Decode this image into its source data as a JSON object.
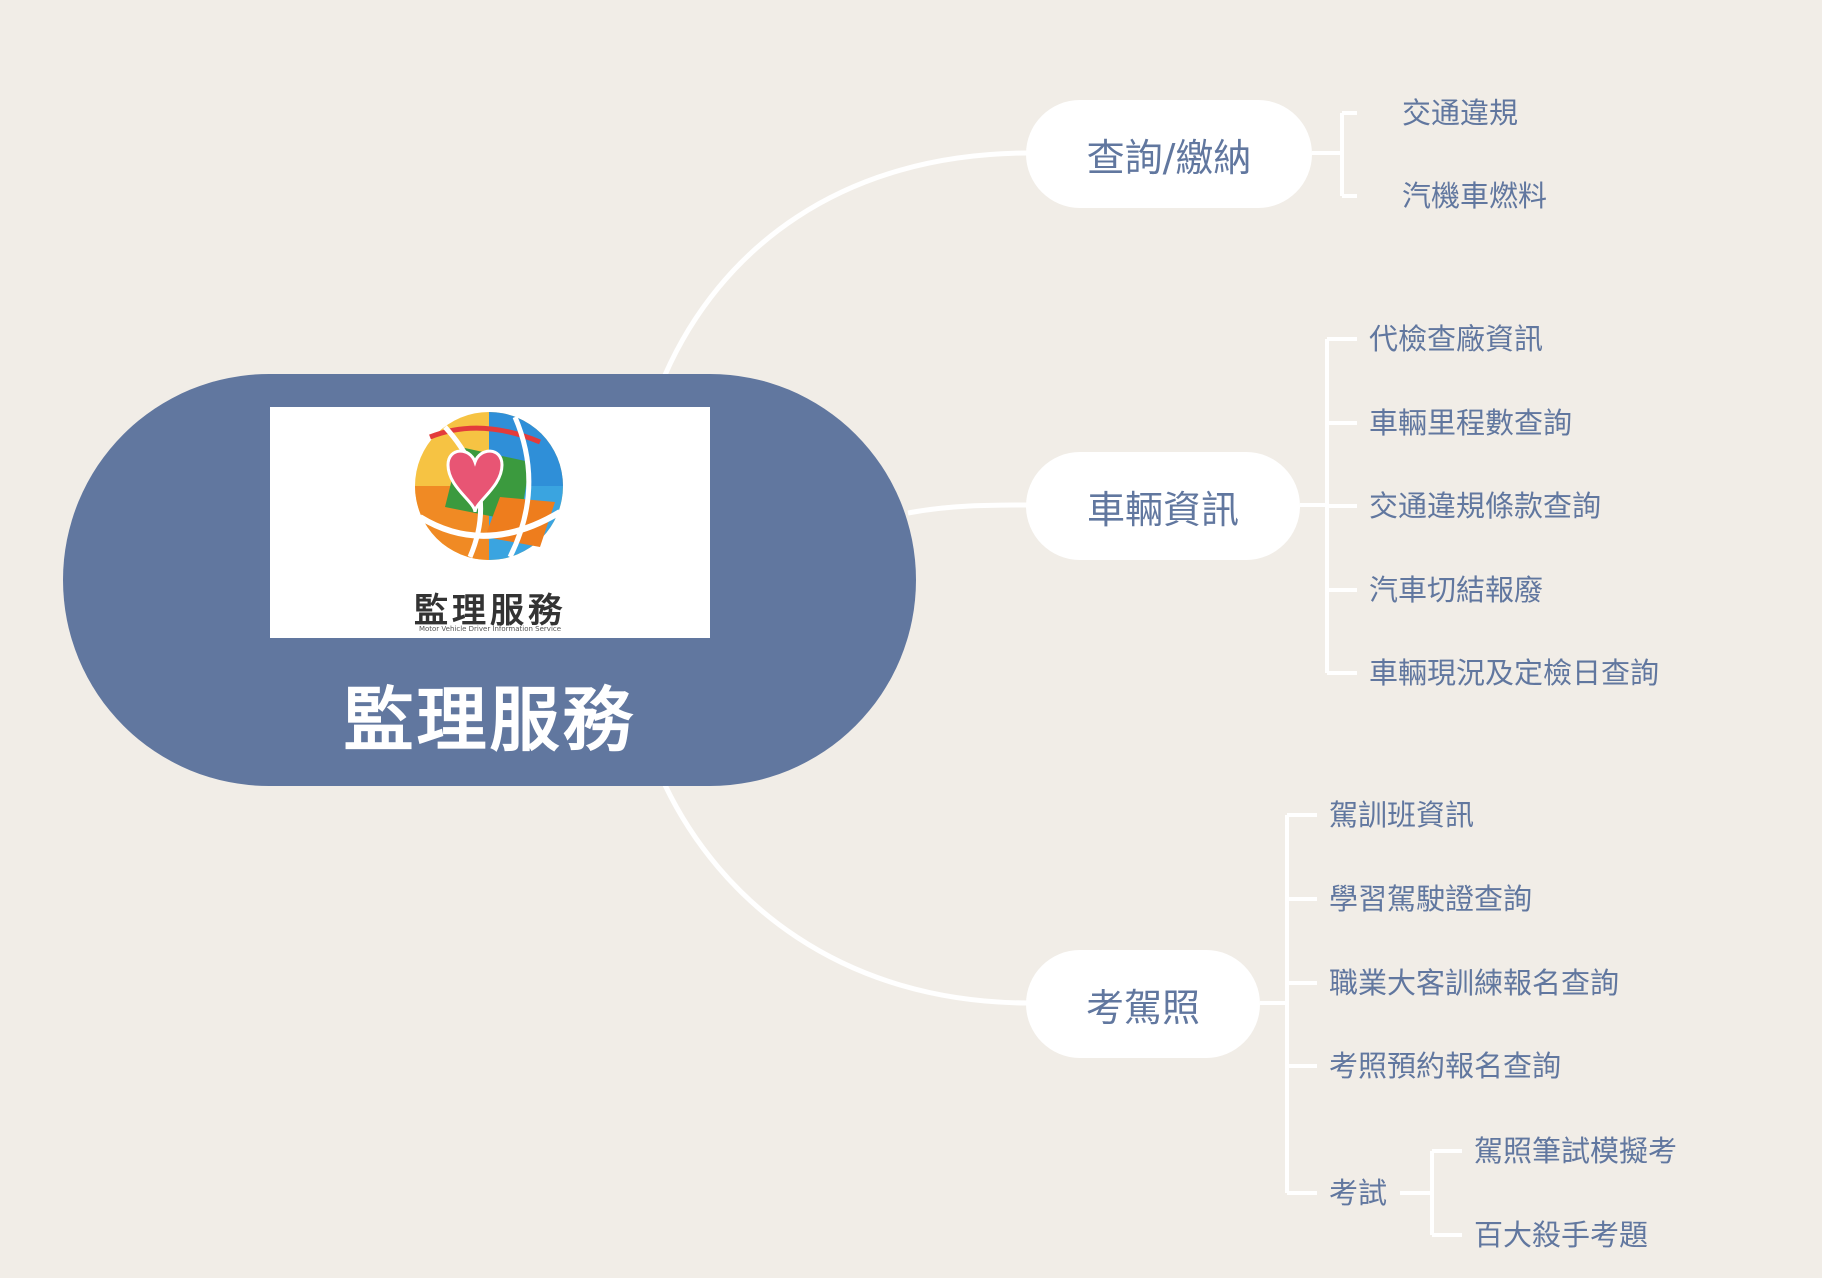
{
  "root": {
    "title": "監理服務",
    "logo": {
      "text": "監理服務",
      "subtitle": "Motor Vehicle Driver Information Service"
    }
  },
  "branches": [
    {
      "label": "查詢/繳納",
      "children": [
        "交通違規",
        "汽機車燃料"
      ]
    },
    {
      "label": "車輛資訊",
      "children": [
        "代檢查廠資訊",
        "車輛里程數查詢",
        "交通違規條款查詢",
        "汽車切結報廢",
        "車輛現況及定檢日查詢"
      ]
    },
    {
      "label": "考駕照",
      "children": [
        "駕訓班資訊",
        "學習駕駛證查詢",
        "職業大客訓練報名查詢",
        "考照預約報名查詢"
      ],
      "exam": {
        "label": "考試",
        "children": [
          "駕照筆試模擬考",
          "百大殺手考題"
        ]
      }
    }
  ],
  "colors": {
    "background": "#f1ede7",
    "root_fill": "#61779f",
    "node_fill": "#ffffff",
    "text": "#61779f",
    "connector": "#ffffff"
  }
}
